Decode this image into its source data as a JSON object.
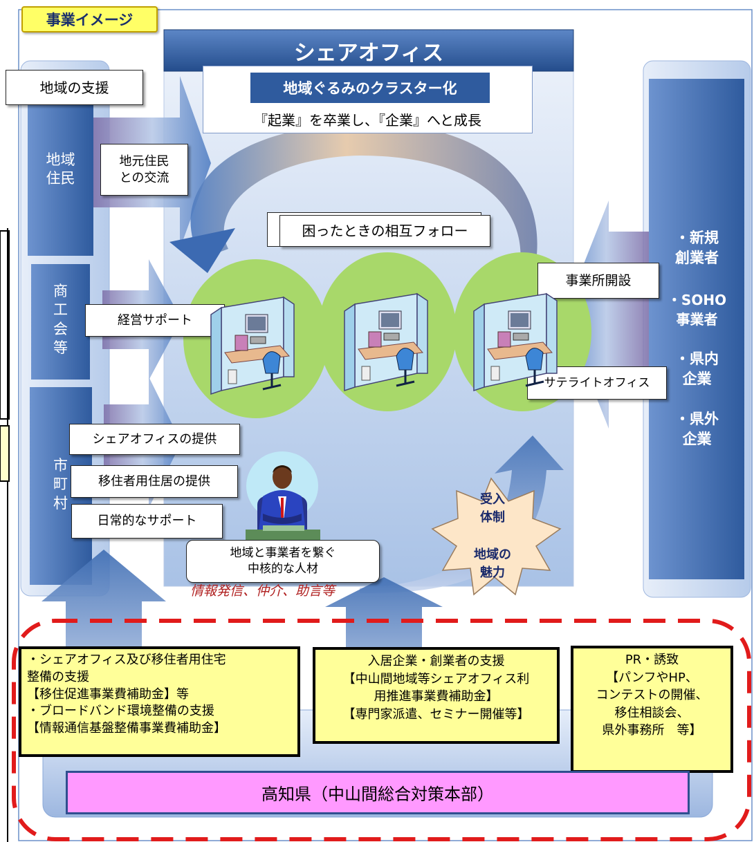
{
  "tag": "事業イメージ",
  "share_office": {
    "title": "シェアオフィス",
    "cluster": "地域ぐるみのクラスター化",
    "subtitle": "『起業』を卒業し、『企業』へと成長",
    "mutual_follow": "困ったときの相互フォロー"
  },
  "left": {
    "regional_support": "地域の支援",
    "residents": "地域\n住民",
    "commerce": "商\n工\n会\n等",
    "municipality": "市\n町\n村",
    "resident_exchange": "地元住民\nとの交流",
    "management_support": "経営サポート",
    "office_provision": "シェアオフィスの提供",
    "housing_provision": "移住者用住居の提供",
    "daily_support": "日常的なサポート"
  },
  "right": {
    "office_opening": "事業所開設",
    "satellite_office": "サテライトオフィス",
    "targets": [
      "・新規\n創業者",
      "・SOHO\n事業者",
      "・県内\n企業",
      "・県外\n企業"
    ]
  },
  "center": {
    "core_person": "地域と事業者を繋ぐ\n中核的な人材",
    "roles": "情報発信、仲介、助言等",
    "accept_system": "受入\n体制",
    "local_appeal": "地域の\n魅力"
  },
  "bottom": {
    "support_left": "・シェアオフィス及び移住者用住宅\n整備の支援\n 【移住促進事業費補助金】等\n・ブロードバンド環境整備の支援\n【情報通信基盤整備事業費補助金】",
    "support_center": "入居企業・創業者の支援\n【中山間地域等シェアオフィス利\n用推進事業費補助金】\n【専門家派遣、セミナー開催等】",
    "support_right": "PR・誘致\n【パンフやHP、\nコンテストの開催、\n移住相談会、\n県外事務所　等】",
    "prefecture": "高知県（中山間総合対策本部）"
  },
  "colors": {
    "dark_blue": "#2e5a9c",
    "panel_light": "#c9d9f2",
    "yellow_box": "#ffff99",
    "pink_box": "#ff99ff",
    "dashed_red": "#e11b1b",
    "leaf_green": "#a8d86a"
  },
  "icons": [
    "office-cubicle-icon",
    "businessman-icon"
  ]
}
